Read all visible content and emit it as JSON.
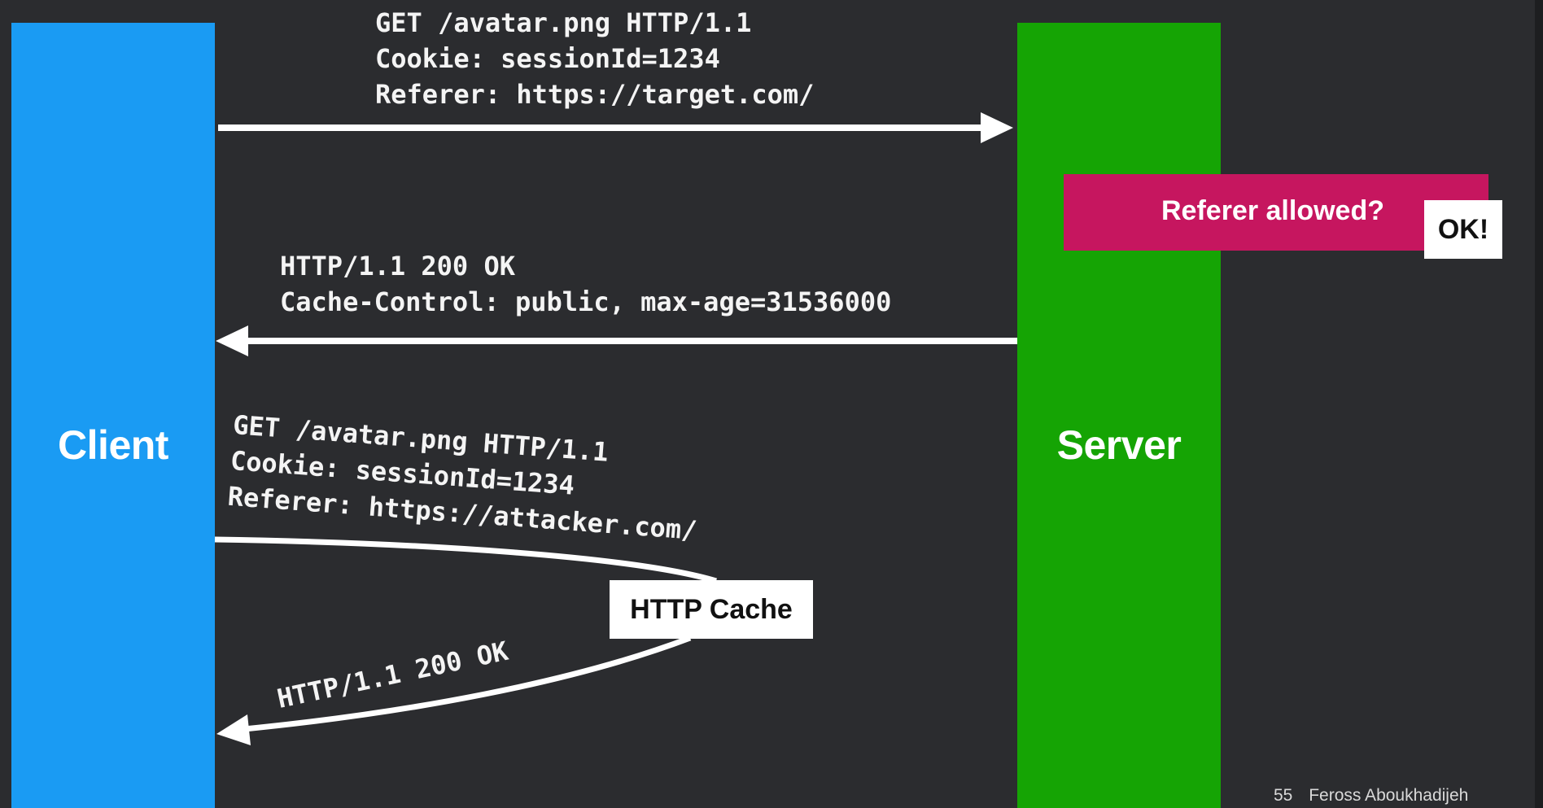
{
  "client": {
    "label": "Client",
    "color": "#1a9bf3"
  },
  "server": {
    "label": "Server",
    "color": "#15a404"
  },
  "request1": {
    "lines": [
      "GET /avatar.png HTTP/1.1",
      "Cookie: sessionId=1234",
      "Referer: https://target.com/"
    ]
  },
  "response1": {
    "lines": [
      "HTTP/1.1 200 OK",
      "Cache-Control: public, max-age=31536000"
    ]
  },
  "server_check": {
    "label": "Referer allowed?",
    "result": "OK!",
    "color": "#c6165f"
  },
  "request2": {
    "lines": [
      "GET /avatar.png HTTP/1.1",
      "Cookie: sessionId=1234",
      "Referer: https://attacker.com/"
    ]
  },
  "cache": {
    "label": "HTTP Cache"
  },
  "response2": {
    "lines": [
      "HTTP/1.1 200 OK"
    ]
  },
  "footer": {
    "slide_number": "55",
    "author": "Feross Aboukhadijeh"
  }
}
